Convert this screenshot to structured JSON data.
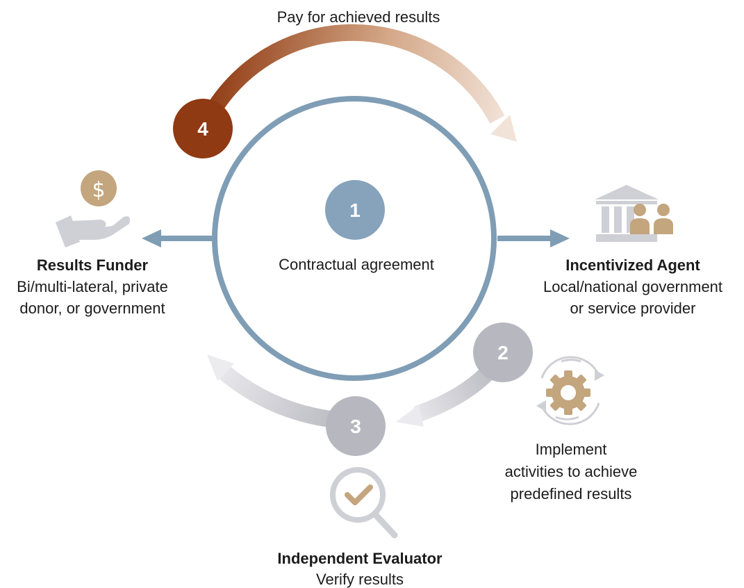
{
  "top_step": {
    "label": "Pay for achieved results",
    "number": "4"
  },
  "center": {
    "number": "1",
    "label": "Contractual agreement"
  },
  "funder": {
    "title": "Results Funder",
    "line1": "Bi/multi-lateral, private",
    "line2": "donor, or government",
    "icon": "hand-dollar-icon"
  },
  "agent": {
    "title": "Incentivized Agent",
    "line1": "Local/national government",
    "line2": "or service provider",
    "icon": "government-building-people-icon"
  },
  "implement": {
    "number": "2",
    "line1": "Implement",
    "line2": "activities to achieve",
    "line3": "predefined results",
    "icon": "gear-cycle-icon"
  },
  "evaluator": {
    "number": "3",
    "title": "Independent Evaluator",
    "subtitle": "Verify results",
    "icon": "magnifier-check-icon"
  },
  "colors": {
    "ring_blue": "#7f9db5",
    "step1_blue": "#87a3bb",
    "step4_brown": "#8f3a12",
    "step_gray": "#b7b7bf",
    "icon_tan": "#c3a57e",
    "icon_gray": "#cfcfd6"
  }
}
